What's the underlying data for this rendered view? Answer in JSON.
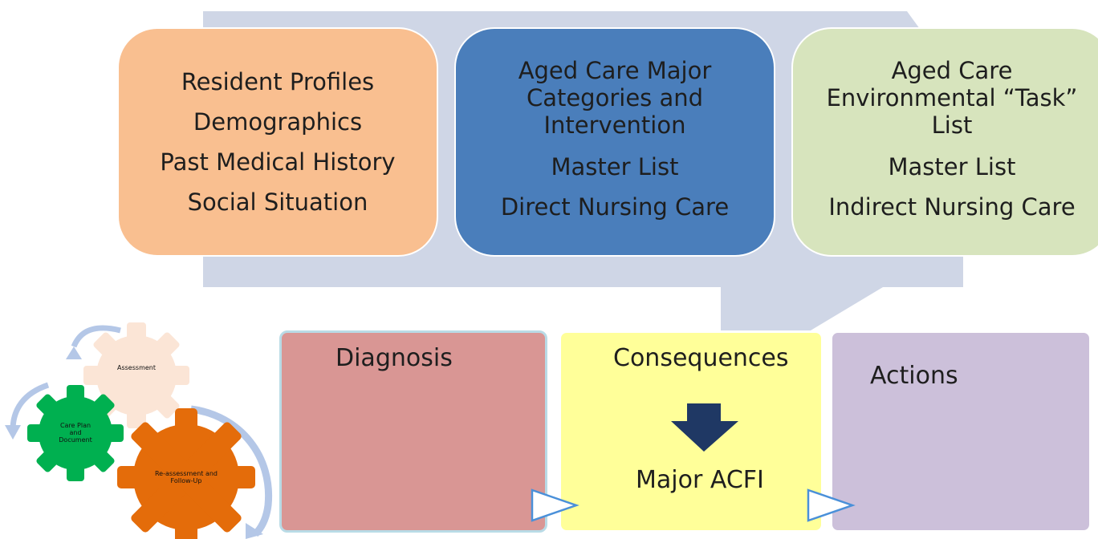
{
  "colors": {
    "backdrop": "#cfd6e6",
    "profiles": "#f9bf90",
    "direct": "#4a7ebb",
    "indirect": "#d7e4bd",
    "diagnosis": "#d99694",
    "consequences": "#ffff99",
    "actions": "#ccc0da",
    "down_arrow": "#1f3864",
    "gear_assessment": "#fbe5d6",
    "gear_care_plan": "#00b050",
    "gear_reassessment": "#e46c0a",
    "cycle_arrows": "#b4c7e7"
  },
  "cards": {
    "profiles": [
      "Resident Profiles",
      "Demographics",
      "Past Medical History",
      "Social Situation"
    ],
    "direct": {
      "heading": [
        "Aged Care Major",
        "Categories and",
        "Intervention"
      ],
      "lines": [
        "Master List",
        "Direct Nursing Care"
      ]
    },
    "indirect": {
      "heading": [
        "Aged Care",
        "Environmental “Task”",
        "List"
      ],
      "lines": [
        "Master List",
        "Indirect Nursing Care"
      ]
    }
  },
  "process": {
    "diagnosis": "Diagnosis",
    "consequences": "Consequences",
    "outcome": "Major ACFI",
    "actions": "Actions"
  },
  "cycle": {
    "assessment": "Assessment",
    "care_plan": [
      "Care Plan",
      "and",
      "Document"
    ],
    "reassessment": [
      "Re-assessment and",
      "Follow-Up"
    ]
  }
}
